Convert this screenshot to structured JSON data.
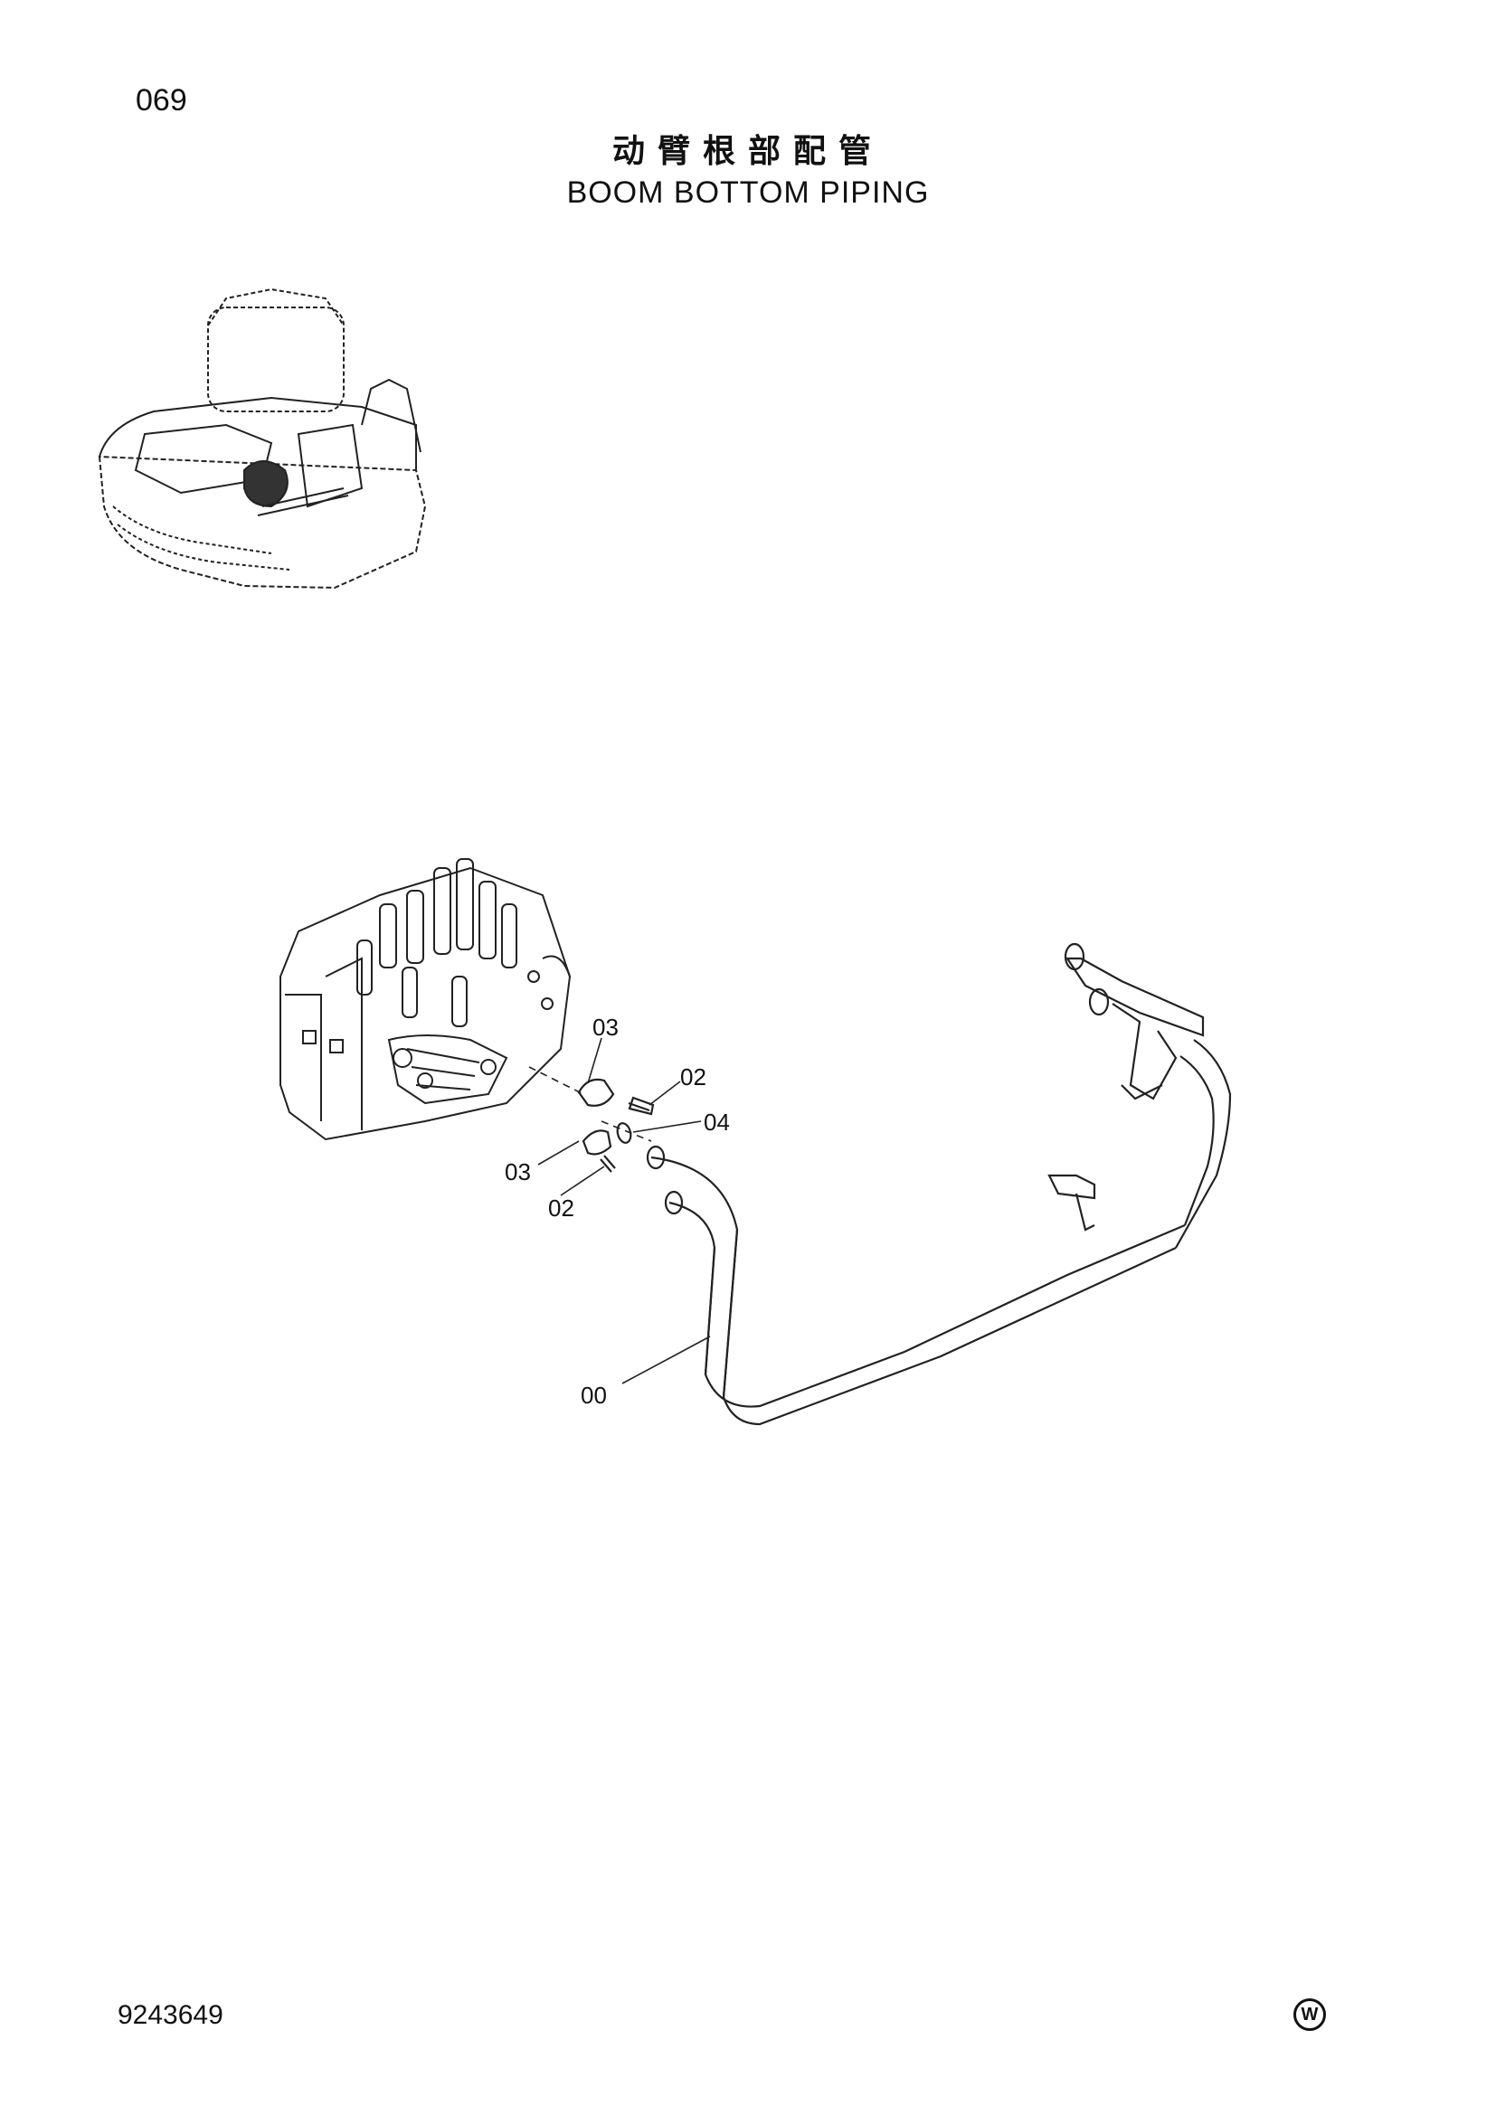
{
  "header": {
    "page_number": "069",
    "title_cn": "动臂根部配管",
    "title_en": "BOOM BOTTOM PIPING"
  },
  "callouts": [
    "03",
    "02",
    "04",
    "03",
    "02",
    "00"
  ],
  "footer": {
    "doc_code": "9243649",
    "mark": "W"
  }
}
